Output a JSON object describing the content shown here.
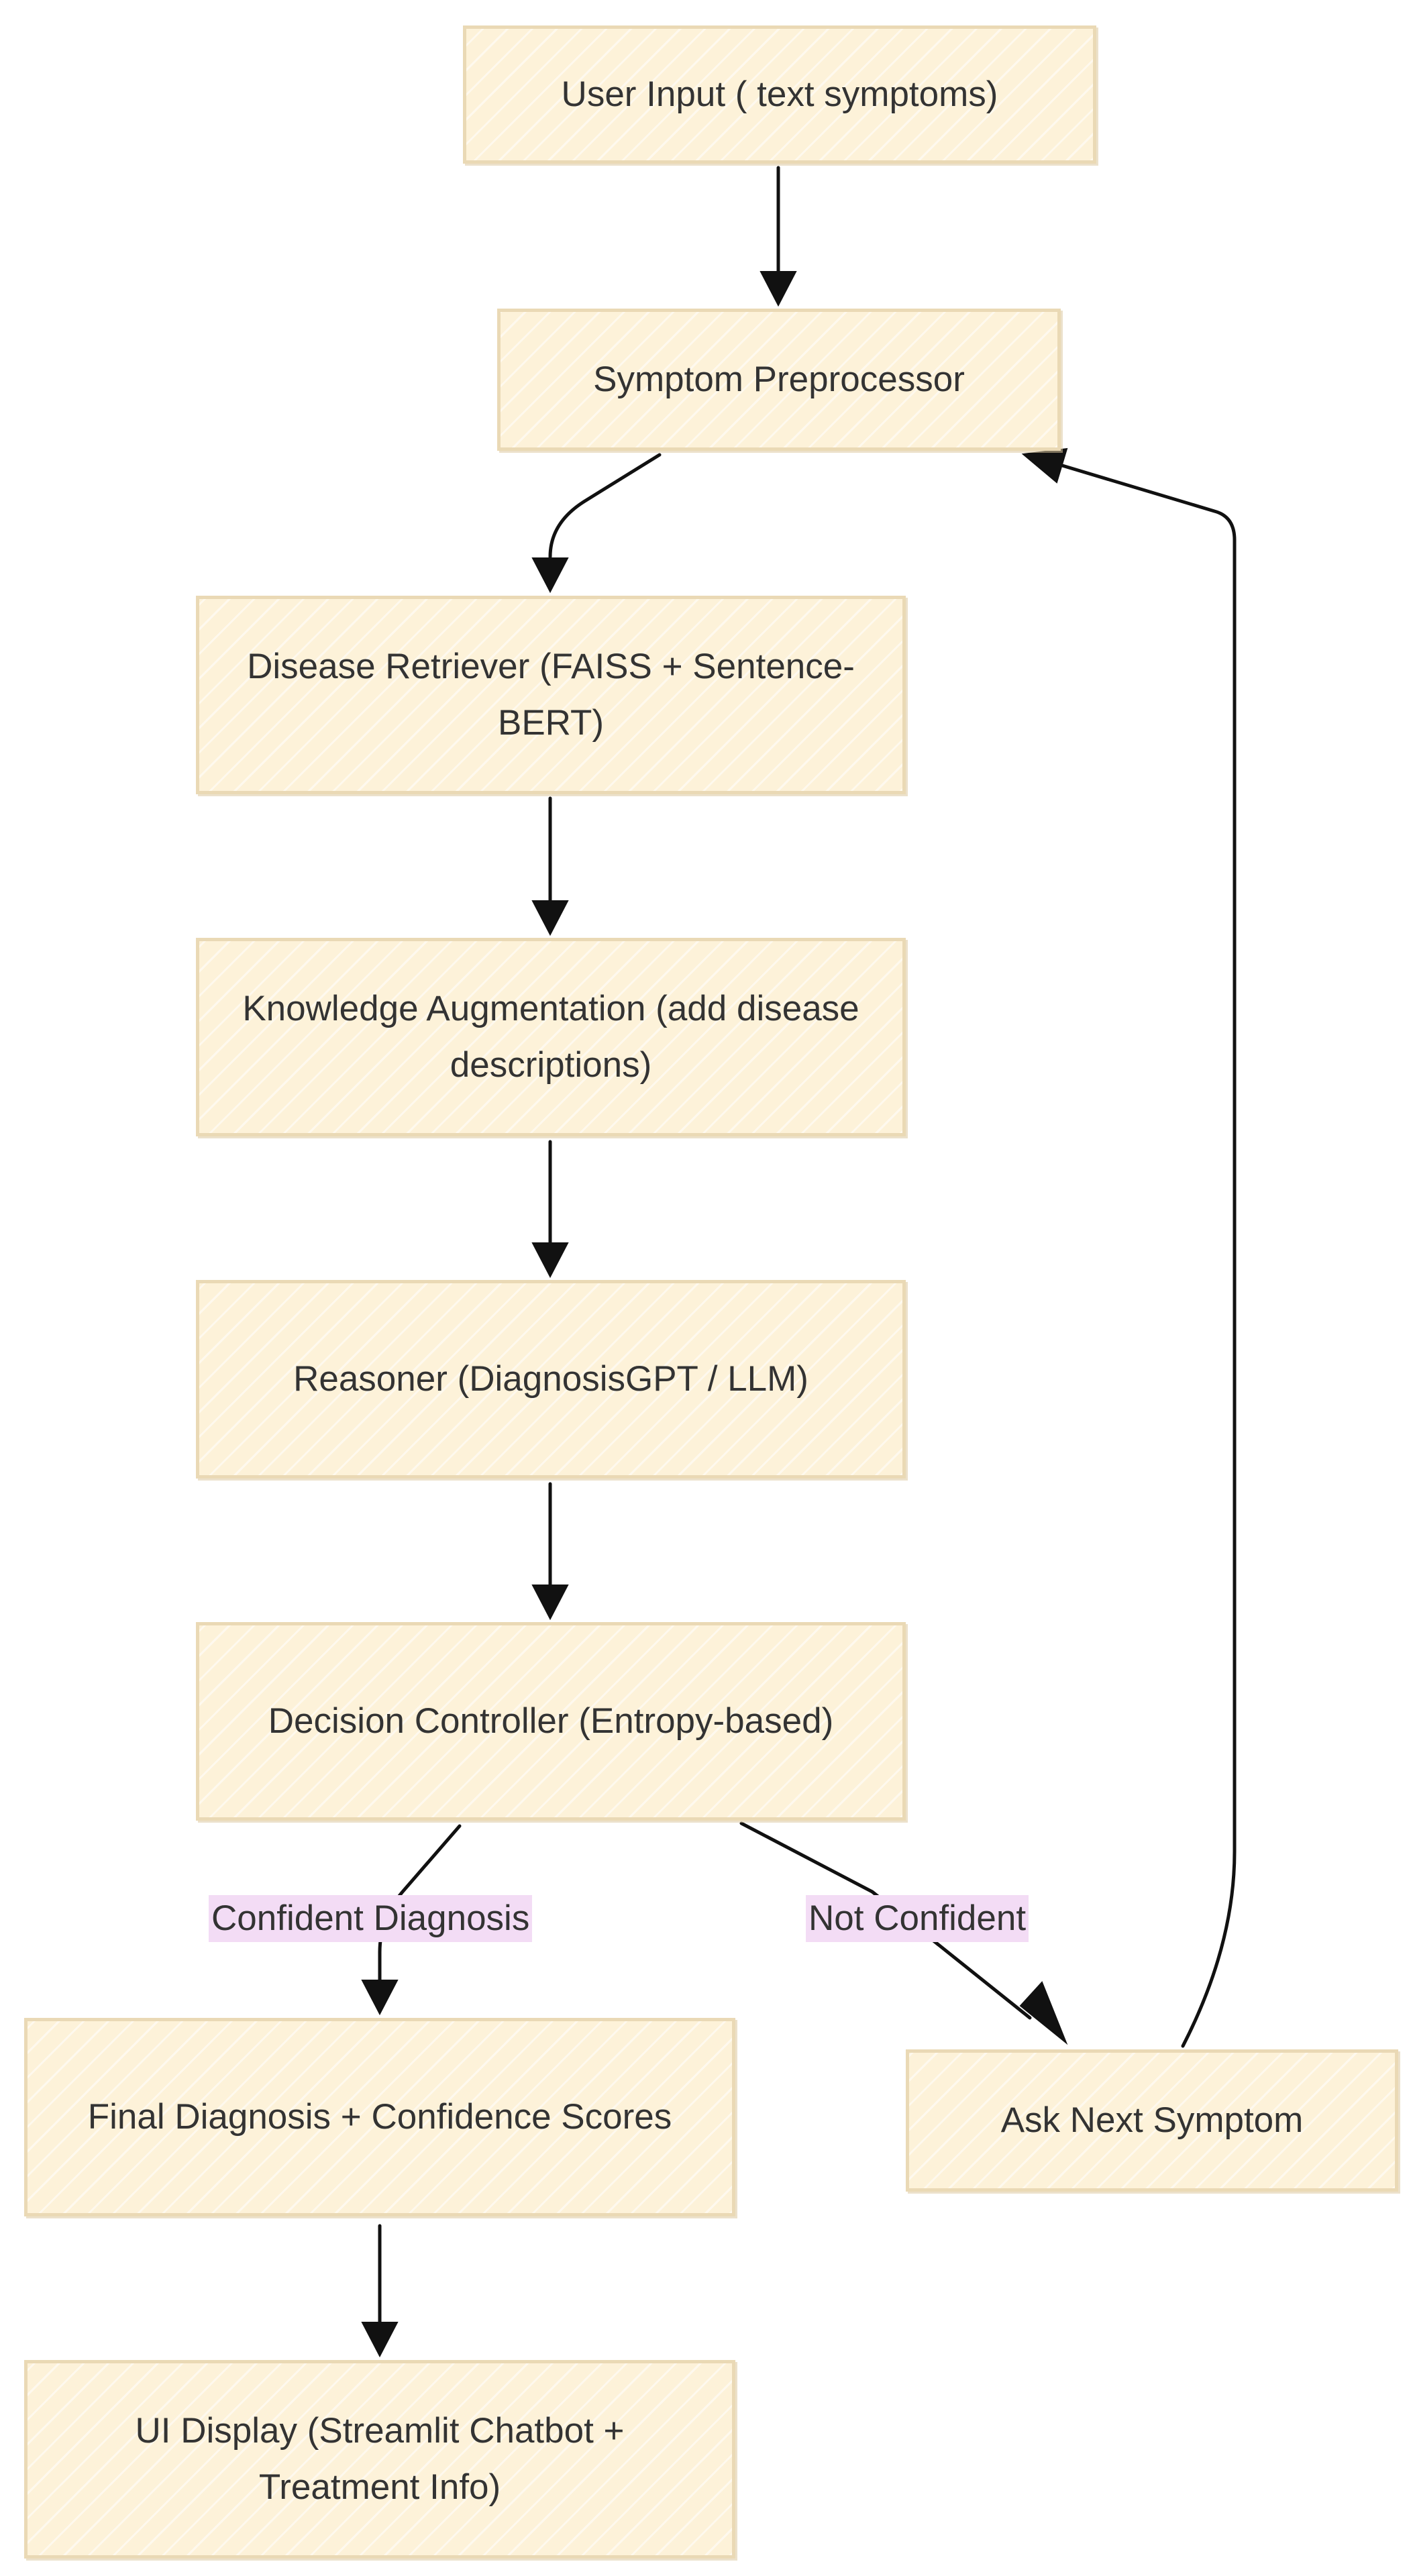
{
  "nodes": {
    "user_input": "User Input ( text symptoms)",
    "preprocessor": "Symptom Preprocessor",
    "retriever": "Disease Retriever (FAISS + Sentence-BERT)",
    "augmentation": "Knowledge Augmentation (add disease descriptions)",
    "reasoner": "Reasoner (DiagnosisGPT / LLM)",
    "decision": "Decision Controller (Entropy-based)",
    "final": "Final Diagnosis + Confidence Scores",
    "ask_next": "Ask Next Symptom",
    "ui_display": "UI Display (Streamlit Chatbot + Treatment Info)"
  },
  "edges": [
    {
      "from": "user_input",
      "to": "preprocessor",
      "label": ""
    },
    {
      "from": "preprocessor",
      "to": "retriever",
      "label": ""
    },
    {
      "from": "retriever",
      "to": "augmentation",
      "label": ""
    },
    {
      "from": "augmentation",
      "to": "reasoner",
      "label": ""
    },
    {
      "from": "reasoner",
      "to": "decision",
      "label": ""
    },
    {
      "from": "decision",
      "to": "final",
      "label": "Confident Diagnosis"
    },
    {
      "from": "decision",
      "to": "ask_next",
      "label": "Not Confident"
    },
    {
      "from": "final",
      "to": "ui_display",
      "label": ""
    },
    {
      "from": "ask_next",
      "to": "preprocessor",
      "label": ""
    }
  ],
  "colors": {
    "node_fill": "#fdf2d9",
    "node_border": "#ead9b5",
    "edge_label_background": "#f3dcf5",
    "edge_stroke": "#111111",
    "text": "#333333"
  }
}
